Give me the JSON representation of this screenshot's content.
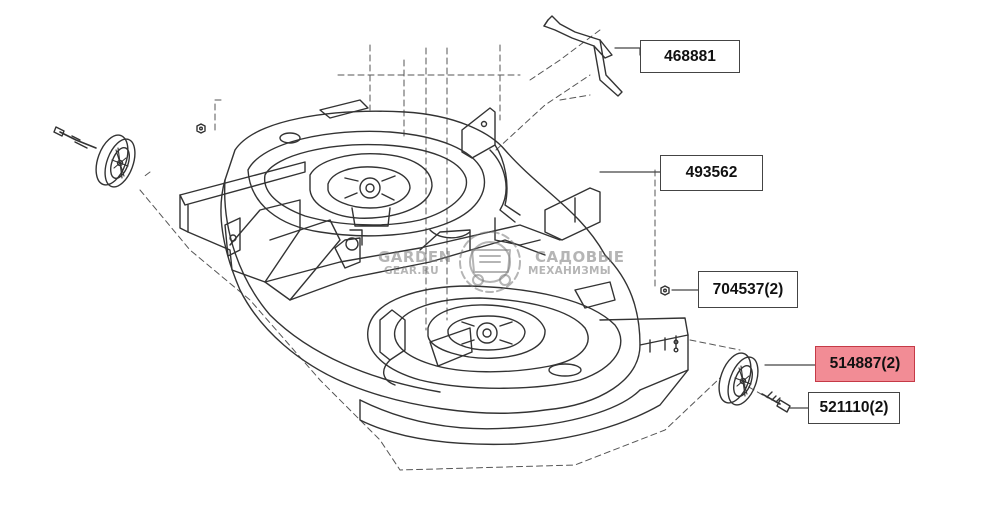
{
  "callouts": [
    {
      "id": "468881",
      "label": "468881",
      "highlighted": false
    },
    {
      "id": "493562",
      "label": "493562",
      "highlighted": false
    },
    {
      "id": "704537",
      "label": "704537(2)",
      "highlighted": false
    },
    {
      "id": "514887",
      "label": "514887(2)",
      "highlighted": true
    },
    {
      "id": "521110",
      "label": "521110(2)",
      "highlighted": false
    }
  ],
  "watermark": {
    "left_top": "GARDEN",
    "left_bottom": "GEAR.RU",
    "right_top": "САДОВЫЕ",
    "right_bottom": "МЕХАНИЗМЫ"
  },
  "colors": {
    "line": "#333333",
    "highlight_fill": "#f28c95",
    "highlight_border": "#c53a47"
  },
  "icons": [
    "mower-deck",
    "deck-wheel",
    "wheel-bolt",
    "deck-hanger-bracket",
    "nut",
    "gear-logo"
  ]
}
